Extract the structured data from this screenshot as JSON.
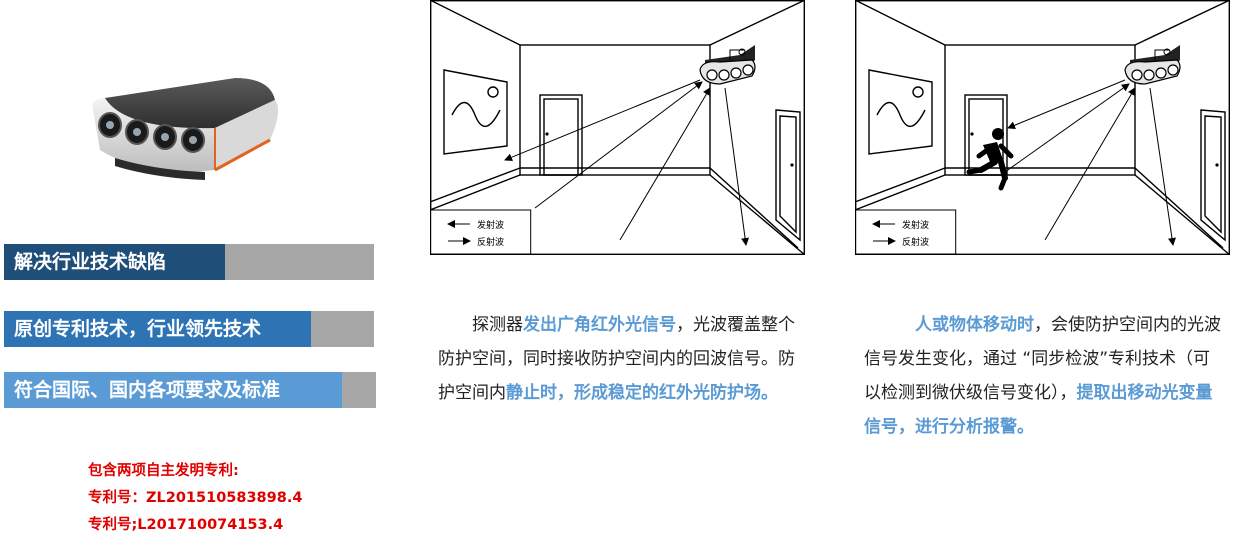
{
  "features": [
    "解决行业技术缺陷",
    "原创专利技术，行业领先技术",
    "符合国际、国内各项要求及标准"
  ],
  "patents": {
    "heading": "包含两项自主发明专利:",
    "items": [
      "专利号：ZL201510583898.4",
      "专利号;L201710074153.4"
    ]
  },
  "legend": {
    "emit": "发射波",
    "reflect": "反射波"
  },
  "desc1": {
    "p1": "探测器",
    "hl1": "发出广角红外光信号",
    "p2": "，光波覆盖整个防护空间，同时接收防护空间内的回波信号。防护空间内",
    "hl2": "静止时，形成稳定的红外光防护场。"
  },
  "desc2": {
    "hl1": "人或物体移动时",
    "p1": "，会使防护空间内的光波信号发生变化，通过 “同步检波”专利技术（可以检测到微伏级信号变化），",
    "hl2": "提取出移动光变量信号，进行分析报警。"
  },
  "colors": {
    "bar1": "#1f4e79",
    "bar2": "#2e74b5",
    "bar3": "#5b9bd5",
    "bar_rest": "#a6a6a6",
    "patent_text": "#e00000",
    "highlight": "#5b9bd5"
  }
}
